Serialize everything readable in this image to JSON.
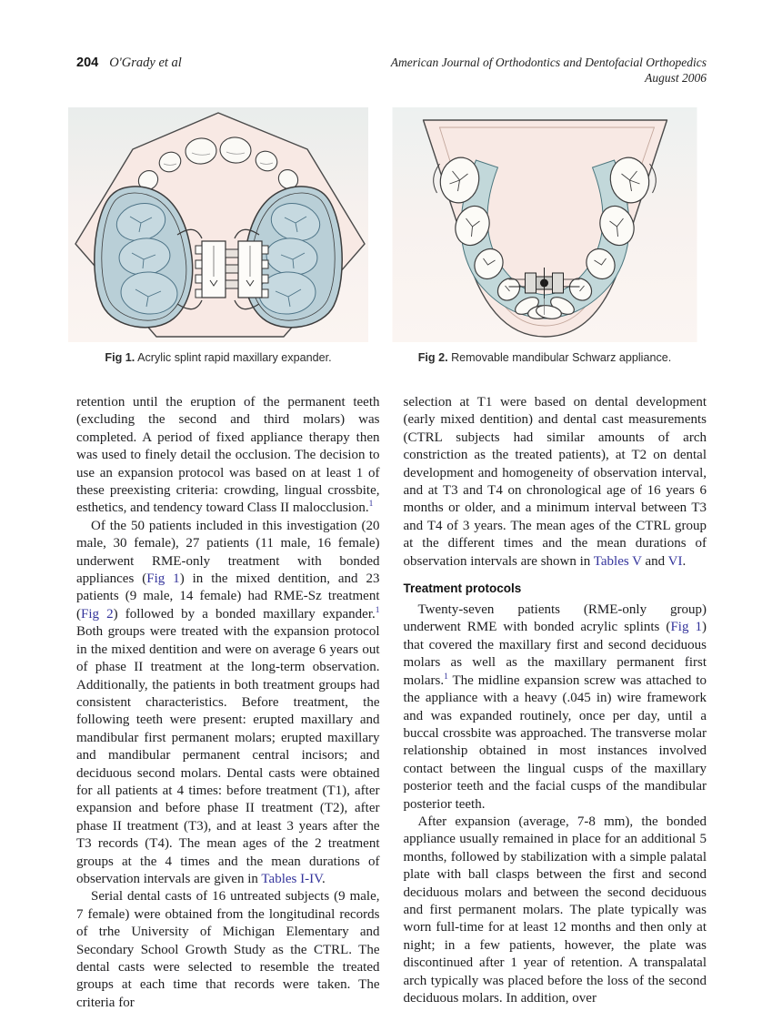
{
  "header": {
    "page_number": "204",
    "authors": "O'Grady et al",
    "journal": "American Journal of Orthodontics and Dentofacial Orthopedics",
    "issue": "August 2006"
  },
  "figures": [
    {
      "label": "Fig 1.",
      "caption": "Acrylic splint rapid maxillary expander.",
      "illustration": "maxillary-expander-occlusal-view"
    },
    {
      "label": "Fig 2.",
      "caption": "Removable mandibular Schwarz appliance.",
      "illustration": "mandibular-schwarz-occlusal-view"
    }
  ],
  "body": {
    "section_heading": "Treatment protocols",
    "left": [
      [
        {
          "t": "txt",
          "x": "retention until the eruption of the permanent teeth (excluding the second and third molars) was completed. A period of fixed appliance therapy then was used to finely detail the occlusion. The decision to use an expansion protocol was based on at least 1 of these preexisting criteria: crowding, lingual crossbite, esthetics, and tendency toward Class II malocclusion."
        },
        {
          "t": "sup",
          "x": "1"
        }
      ],
      [
        {
          "t": "txt",
          "x": "Of the 50 patients included in this investigation (20 male, 30 female), 27 patients (11 male, 16 female) underwent RME-only treatment with bonded appliances ("
        },
        {
          "t": "link",
          "x": "Fig 1"
        },
        {
          "t": "txt",
          "x": ") in the mixed dentition, and 23 patients (9 male, 14 female) had RME-Sz treatment ("
        },
        {
          "t": "link",
          "x": "Fig 2"
        },
        {
          "t": "txt",
          "x": ") followed by a bonded maxillary expander."
        },
        {
          "t": "sup",
          "x": "1"
        },
        {
          "t": "txt",
          "x": " Both groups were treated with the expansion protocol in the mixed dentition and were on average 6 years out of phase II treatment at the long-term observation. Additionally, the patients in both treatment groups had consistent characteristics. Before treatment, the following teeth were present: erupted maxillary and mandibular first permanent molars; erupted maxillary and mandibular permanent central incisors; and deciduous second molars. Dental casts were obtained for all patients at 4 times: before treatment (T1), after expansion and before phase II treatment (T2), after phase II treatment (T3), and at least 3 years after the T3 records (T4). The mean ages of the 2 treatment groups at the 4 times and the mean durations of observation intervals are given in "
        },
        {
          "t": "link",
          "x": "Tables I-IV"
        },
        {
          "t": "txt",
          "x": "."
        }
      ],
      [
        {
          "t": "txt",
          "x": "Serial dental casts of 16 untreated subjects (9 male, 7 female) were obtained from the longitudinal records of trhe University of Michigan Elementary and Secondary School Growth Study as the CTRL. The dental casts were selected to resemble the treated groups at each time that records were taken. The criteria for"
        }
      ]
    ],
    "right": [
      [
        {
          "t": "txt",
          "x": "selection at T1 were based on dental development (early mixed dentition) and dental cast measurements (CTRL subjects had similar amounts of arch constriction as the treated patients), at T2 on dental development and homogeneity of observation interval, and at T3 and T4 on chronological age of 16 years 6 months or older, and a minimum interval between T3 and T4 of 3 years. The mean ages of the CTRL group at the different times and the mean durations of observation intervals are shown in "
        },
        {
          "t": "link",
          "x": "Tables V"
        },
        {
          "t": "txt",
          "x": " and "
        },
        {
          "t": "link",
          "x": "VI"
        },
        {
          "t": "txt",
          "x": "."
        }
      ],
      [
        {
          "t": "txt",
          "x": "Twenty-seven patients (RME-only group) underwent RME with bonded acrylic splints ("
        },
        {
          "t": "link",
          "x": "Fig 1"
        },
        {
          "t": "txt",
          "x": ") that covered the maxillary first and second deciduous molars as well as the maxillary permanent first molars."
        },
        {
          "t": "sup",
          "x": "1"
        },
        {
          "t": "txt",
          "x": " The midline expansion screw was attached to the appliance with a heavy (.045 in) wire framework and was expanded routinely, once per day, until a buccal crossbite was approached. The transverse molar relationship obtained in most instances involved contact between the lingual cusps of the maxillary posterior teeth and the facial cusps of the mandibular posterior teeth."
        }
      ],
      [
        {
          "t": "txt",
          "x": "After expansion (average, 7-8 mm), the bonded appliance usually remained in place for an additional 5 months, followed by stabilization with a simple palatal plate with ball clasps between the first and second deciduous molars and between the second deciduous and first permanent molars. The plate typically was worn full-time for at least 12 months and then only at night; in a few patients, however, the plate was discontinued after 1 year of retention. A transpalatal arch typically was placed before the loss of the second deciduous molars. In addition, over"
        }
      ]
    ]
  },
  "colors": {
    "link_blue": "#33339b",
    "text": "#1d1d1f",
    "cast_pink": "#f8e9e4",
    "splint_blue": "#b9cfd7",
    "plate_teal": "#c2d8da",
    "outline": "#4a4a4a"
  }
}
